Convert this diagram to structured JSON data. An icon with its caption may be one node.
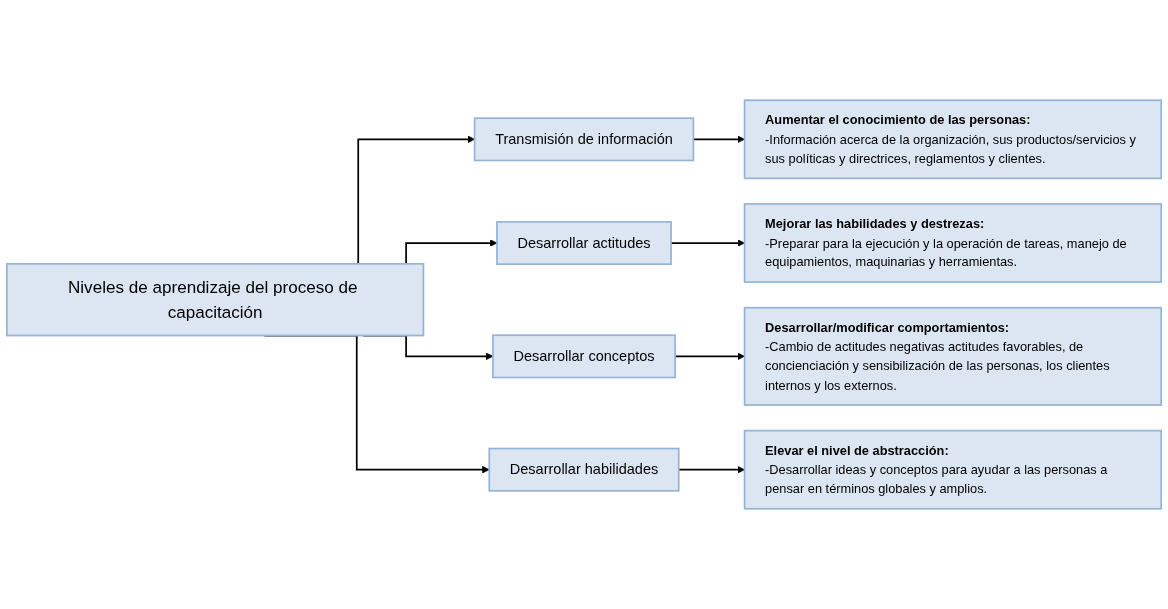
{
  "diagram": {
    "nodes": [
      {
        "text": [
          "Niveles de aprendizaje del proceso de capacitación"
        ]
      },
      {
        "text": [
          "Transmisión de información"
        ]
      },
      {
        "text": [
          "Desarrollar actitudes"
        ]
      },
      {
        "text": [
          "Desarrollar conceptos"
        ]
      },
      {
        "text": [
          "Desarrollar habilidades"
        ]
      },
      {
        "text": [
          "Aumentar el conocimiento de las personas:",
          "-Información acerca de la organización, sus productos/servicios y sus políticas y directrices, reglamentos y clientes."
        ]
      },
      {
        "text": [
          "Mejorar las habilidades y destrezas:",
          "-Preparar para la ejecución y la operación de tareas, manejo de equipamientos, maquinarias y herramientas."
        ]
      },
      {
        "text": [
          "Desarrollar/modificar comportamientos:",
          "-Cambio de actitudes negativas actitudes favorables, de concienciación y sensibilización de las personas, los clientes internos y los externos."
        ]
      },
      {
        "text": [
          "Elevar el nivel de abstracción:",
          "-Desarrollar ideas y conceptos para ayudar a las personas a pensar en términos globales y amplios."
        ]
      }
    ],
    "edges": [
      {
        "from": 0,
        "to": 1,
        "arrow": "to"
      },
      {
        "from": 0,
        "to": 2,
        "arrow": "to"
      },
      {
        "from": 0,
        "to": 3,
        "arrow": "to"
      },
      {
        "from": 0,
        "to": 4,
        "arrow": "to"
      },
      {
        "from": 1,
        "to": 5,
        "arrow": "to"
      },
      {
        "from": 2,
        "to": 6,
        "arrow": "to"
      },
      {
        "from": 3,
        "to": 7,
        "arrow": "to"
      },
      {
        "from": 4,
        "to": 8,
        "arrow": "to"
      }
    ]
  }
}
